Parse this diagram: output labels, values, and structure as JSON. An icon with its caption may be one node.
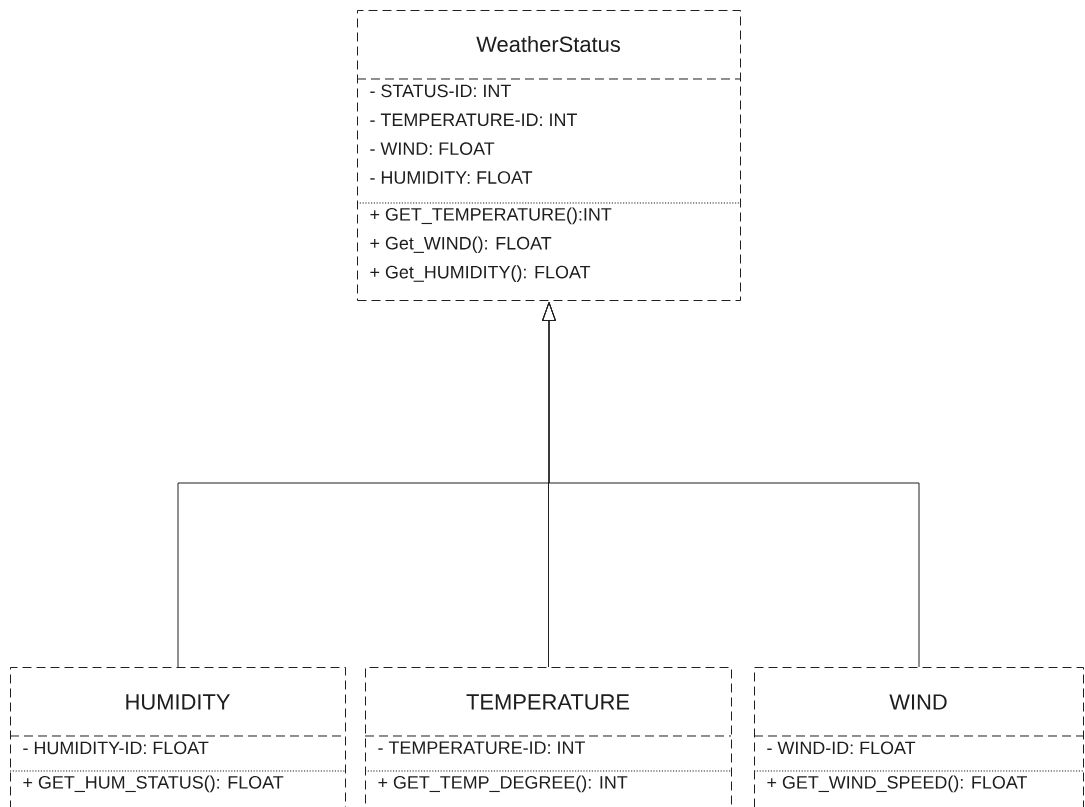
{
  "diagram": {
    "nodes": [
      {
        "text": [
          "WeatherStatus"
        ]
      },
      {
        "text": [
          "- STATUS-ID: INT",
          "- TEMPERATURE-ID: INT",
          "- WIND: FLOAT",
          "- HUMIDITY: FLOAT"
        ],
        "in": 0
      },
      {
        "text": [
          "+ GET_TEMPERATURE():INT",
          "+ Get_WIND(): FLOAT",
          "+ Get_HUMIDITY(): FLOAT"
        ],
        "in": 0
      },
      {
        "text": [
          "HUMIDITY"
        ]
      },
      {
        "text": [
          "- HUMIDITY-ID: FLOAT"
        ],
        "in": 3
      },
      {
        "text": [
          "+ GET_HUM_STATUS(): FLOAT"
        ],
        "in": 3
      },
      {
        "text": [
          "TEMPERATURE"
        ]
      },
      {
        "text": [
          "- TEMPERATURE-ID: INT"
        ],
        "in": 6
      },
      {
        "text": [
          "+ GET_TEMP_DEGREE(): INT"
        ],
        "in": 6
      },
      {
        "text": [
          "WIND"
        ]
      },
      {
        "text": [
          "- WIND-ID: FLOAT"
        ],
        "in": 9
      },
      {
        "text": [
          "+ GET_WIND_SPEED(): FLOAT"
        ],
        "in": 9
      }
    ],
    "edges": [
      {
        "from": 3,
        "to": 0,
        "arrow": "to"
      },
      {
        "from": 6,
        "to": 0,
        "arrow": "to"
      },
      {
        "from": 9,
        "to": 0,
        "arrow": "to"
      }
    ]
  }
}
